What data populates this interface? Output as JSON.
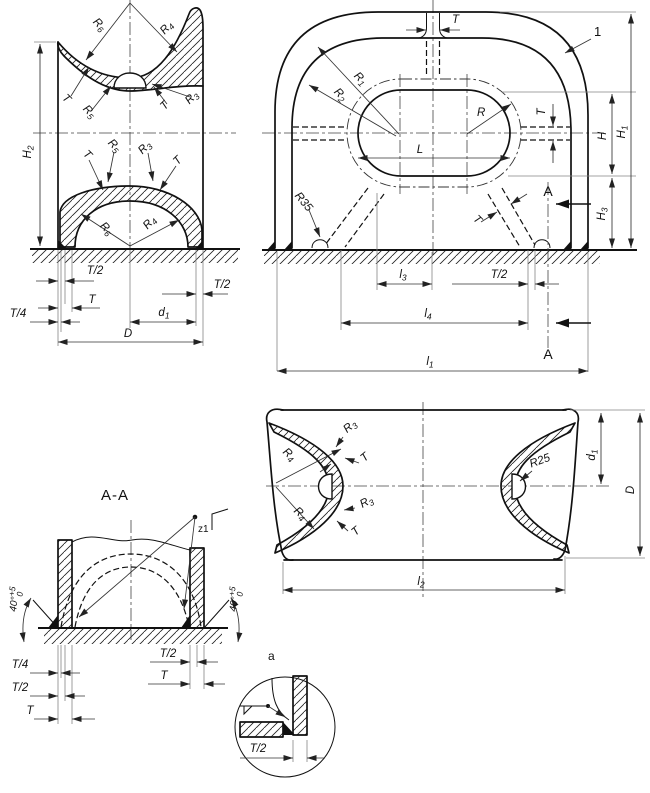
{
  "figure": {
    "type": "technical-drawing",
    "description_labels": {
      "part_callout": "1",
      "section_cut_letter": "A",
      "section_view_title": "A-A",
      "detail_callout": "a",
      "weld_mark": "z1"
    }
  },
  "labels": {
    "t": "T",
    "t_half": "T/2",
    "t_quarter": "T/4",
    "d_cap": "D",
    "r_cap": "R",
    "l_cap": "L",
    "h": "H",
    "r25": "R25",
    "r35": "R35",
    "part_1": "1",
    "sec_a": "A",
    "detail_a": "a",
    "weld_z1": "z1",
    "title_aa": "A-A",
    "angle_40": "40°",
    "tol_plus": "+5",
    "tol_zero": "0",
    "r1": {
      "b": "R",
      "s": "1"
    },
    "r2": {
      "b": "R",
      "s": "2"
    },
    "r3": {
      "b": "R",
      "s": "3"
    },
    "r4": {
      "b": "R",
      "s": "4"
    },
    "r5": {
      "b": "R",
      "s": "5"
    },
    "r6": {
      "b": "R",
      "s": "6"
    },
    "h1": {
      "b": "H",
      "s": "1"
    },
    "h2": {
      "b": "H",
      "s": "2"
    },
    "h3": {
      "b": "H",
      "s": "3"
    },
    "d1": {
      "b": "d",
      "s": "1"
    },
    "l1": {
      "b": "l",
      "s": "1"
    },
    "l2": {
      "b": "l",
      "s": "2"
    },
    "l3": {
      "b": "l",
      "s": "3"
    },
    "l4": {
      "b": "l",
      "s": "4"
    }
  }
}
